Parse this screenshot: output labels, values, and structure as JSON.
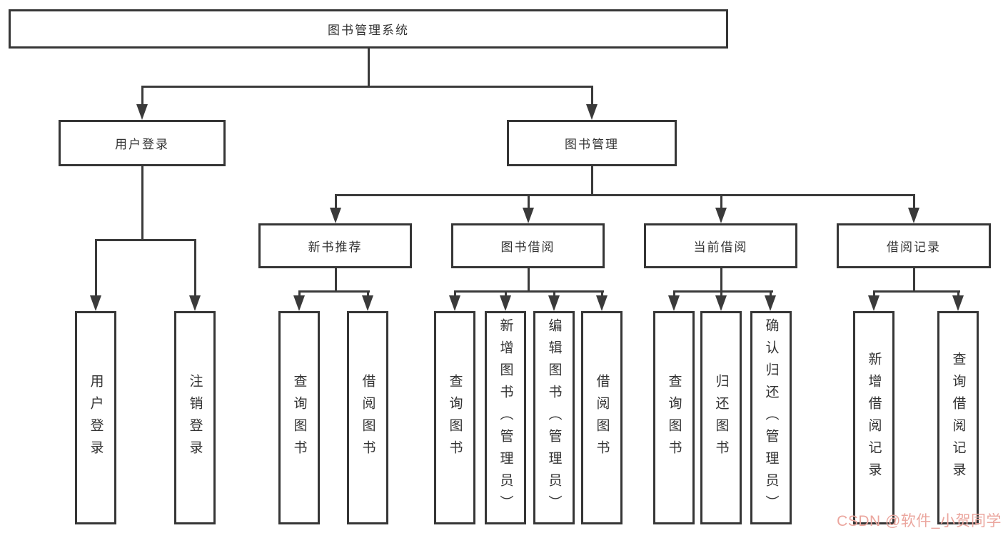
{
  "tree": {
    "label": "图书管理系统",
    "children": [
      {
        "label": "用户登录",
        "children": [
          {
            "label": "用户登录"
          },
          {
            "label": "注销登录"
          }
        ]
      },
      {
        "label": "图书管理",
        "children": [
          {
            "label": "新书推荐",
            "children": [
              {
                "label": "查询图书"
              },
              {
                "label": "借阅图书"
              }
            ]
          },
          {
            "label": "图书借阅",
            "children": [
              {
                "label": "查询图书"
              },
              {
                "label": "新增图书（管理员）"
              },
              {
                "label": "编辑图书（管理员）"
              },
              {
                "label": "借阅图书"
              }
            ]
          },
          {
            "label": "当前借阅",
            "children": [
              {
                "label": "查询图书"
              },
              {
                "label": "归还图书"
              },
              {
                "label": "确认归还（管理员）"
              }
            ]
          },
          {
            "label": "借阅记录",
            "children": [
              {
                "label": "新增借阅记录"
              },
              {
                "label": "查询借阅记录"
              }
            ]
          }
        ]
      }
    ]
  },
  "watermark": {
    "text": "CSDN @软件_小贺同学",
    "color": "#eba69e"
  },
  "colors": {
    "line": "#3a3a3a",
    "border": "#363636",
    "text": "#333333",
    "background": "#ffffff"
  }
}
